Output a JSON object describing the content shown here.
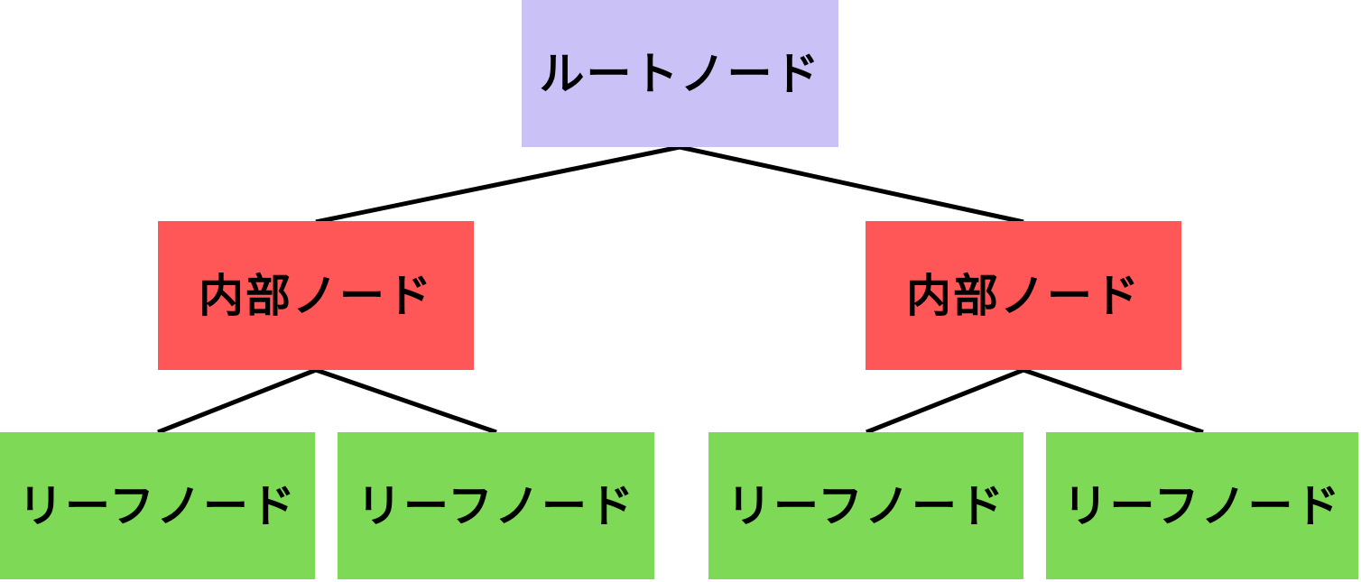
{
  "diagram": {
    "type": "tree",
    "nodes": {
      "root": {
        "id": "root",
        "label": "ルートノード",
        "level": "root"
      },
      "internal": [
        {
          "id": "internal-left",
          "label": "内部ノード",
          "level": "internal"
        },
        {
          "id": "internal-right",
          "label": "内部ノード",
          "level": "internal"
        }
      ],
      "leaves": [
        {
          "id": "leaf-1",
          "label": "リーフノード",
          "level": "leaf"
        },
        {
          "id": "leaf-2",
          "label": "リーフノード",
          "level": "leaf"
        },
        {
          "id": "leaf-3",
          "label": "リーフノード",
          "level": "leaf"
        },
        {
          "id": "leaf-4",
          "label": "リーフノード",
          "level": "leaf"
        }
      ]
    },
    "edges": [
      {
        "from": "root",
        "to": "internal-left"
      },
      {
        "from": "root",
        "to": "internal-right"
      },
      {
        "from": "internal-left",
        "to": "leaf-1"
      },
      {
        "from": "internal-left",
        "to": "leaf-2"
      },
      {
        "from": "internal-right",
        "to": "leaf-3"
      },
      {
        "from": "internal-right",
        "to": "leaf-4"
      }
    ],
    "colors": {
      "root": "#cac2f7",
      "internal": "#ff5757",
      "leaf": "#7ed957",
      "line": "#000000",
      "text": "#000000",
      "background": "#ffffff"
    }
  }
}
